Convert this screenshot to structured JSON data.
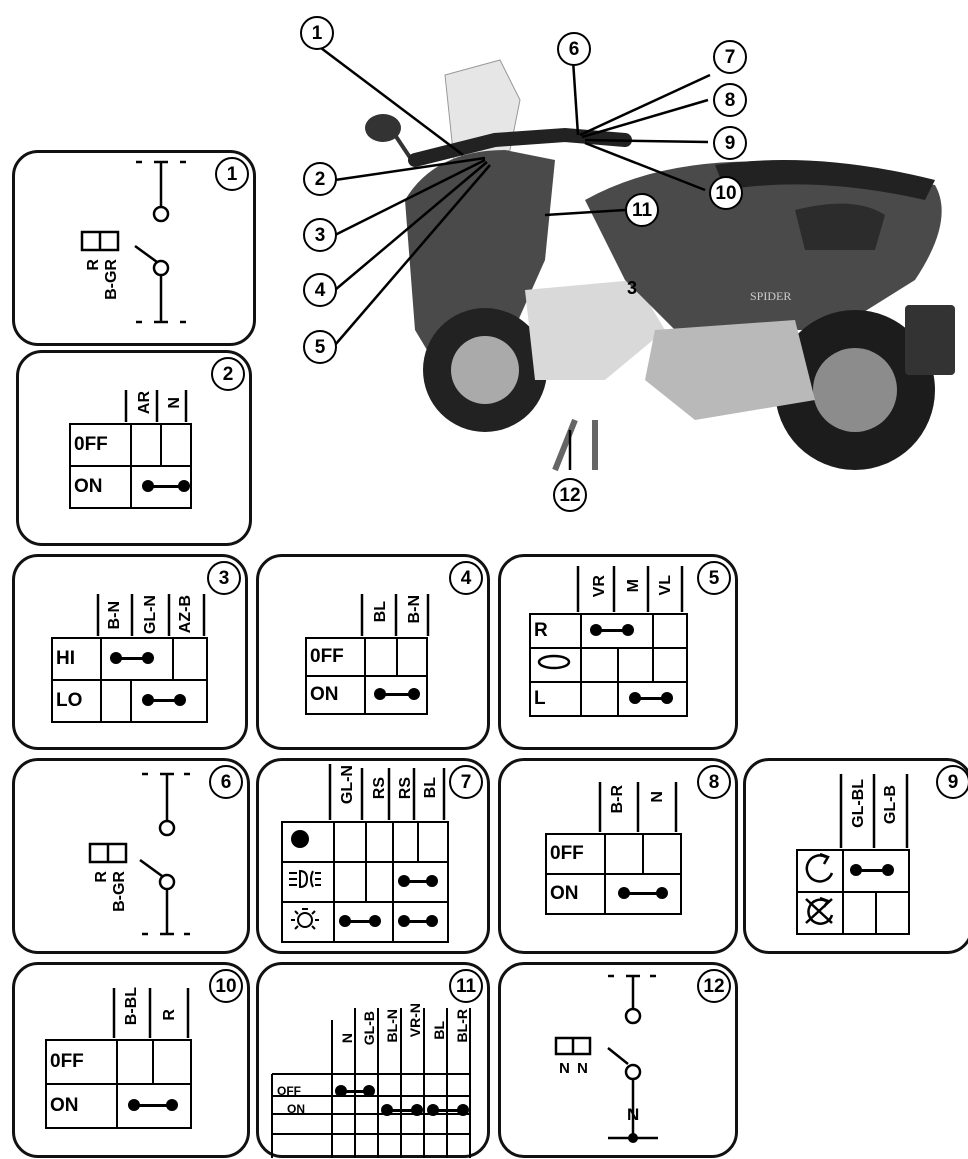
{
  "callouts": [
    "1",
    "2",
    "3",
    "4",
    "5",
    "6",
    "7",
    "8",
    "9",
    "10",
    "11",
    "12"
  ],
  "bike": {
    "frame_number": "3",
    "brand_text": "SPIDER"
  },
  "panel1": {
    "number": "1",
    "wires": [
      "R",
      "B-GR"
    ]
  },
  "panel2": {
    "number": "2",
    "cols": [
      "AR",
      "N"
    ],
    "rows": [
      "0FF",
      "ON"
    ]
  },
  "panel3": {
    "number": "3",
    "cols": [
      "B-N",
      "GL-N",
      "AZ-B"
    ],
    "rows": [
      "HI",
      "LO"
    ]
  },
  "panel4": {
    "number": "4",
    "cols": [
      "BL",
      "B-N"
    ],
    "rows": [
      "0FF",
      "ON"
    ]
  },
  "panel5": {
    "number": "5",
    "cols": [
      "VR",
      "M",
      "VL"
    ],
    "rows": [
      "R",
      "L"
    ]
  },
  "panel6": {
    "number": "6",
    "wires": [
      "R",
      "B-GR"
    ]
  },
  "panel7": {
    "number": "7",
    "cols": [
      "GL-N",
      "RS",
      "RS",
      "BL"
    ]
  },
  "panel8": {
    "number": "8",
    "cols": [
      "B-R",
      "N"
    ],
    "rows": [
      "0FF",
      "ON"
    ]
  },
  "panel9": {
    "number": "9",
    "cols": [
      "GL-BL",
      "GL-B"
    ]
  },
  "panel10": {
    "number": "10",
    "cols": [
      "B-BL",
      "R"
    ],
    "rows": [
      "0FF",
      "ON"
    ]
  },
  "panel11": {
    "number": "11",
    "cols": [
      "N",
      "GL-B",
      "BL-N",
      "VR-N",
      "BL",
      "BL-R"
    ],
    "rows": [
      "OFF",
      "ON"
    ]
  },
  "panel12": {
    "number": "12",
    "wires": [
      "N",
      "N"
    ],
    "bottom_wire": "N"
  },
  "colors": {
    "ink": "#000000",
    "bike_body": "#4a4a4a",
    "bike_seat": "#222222",
    "frame": "#d9d9d9"
  }
}
